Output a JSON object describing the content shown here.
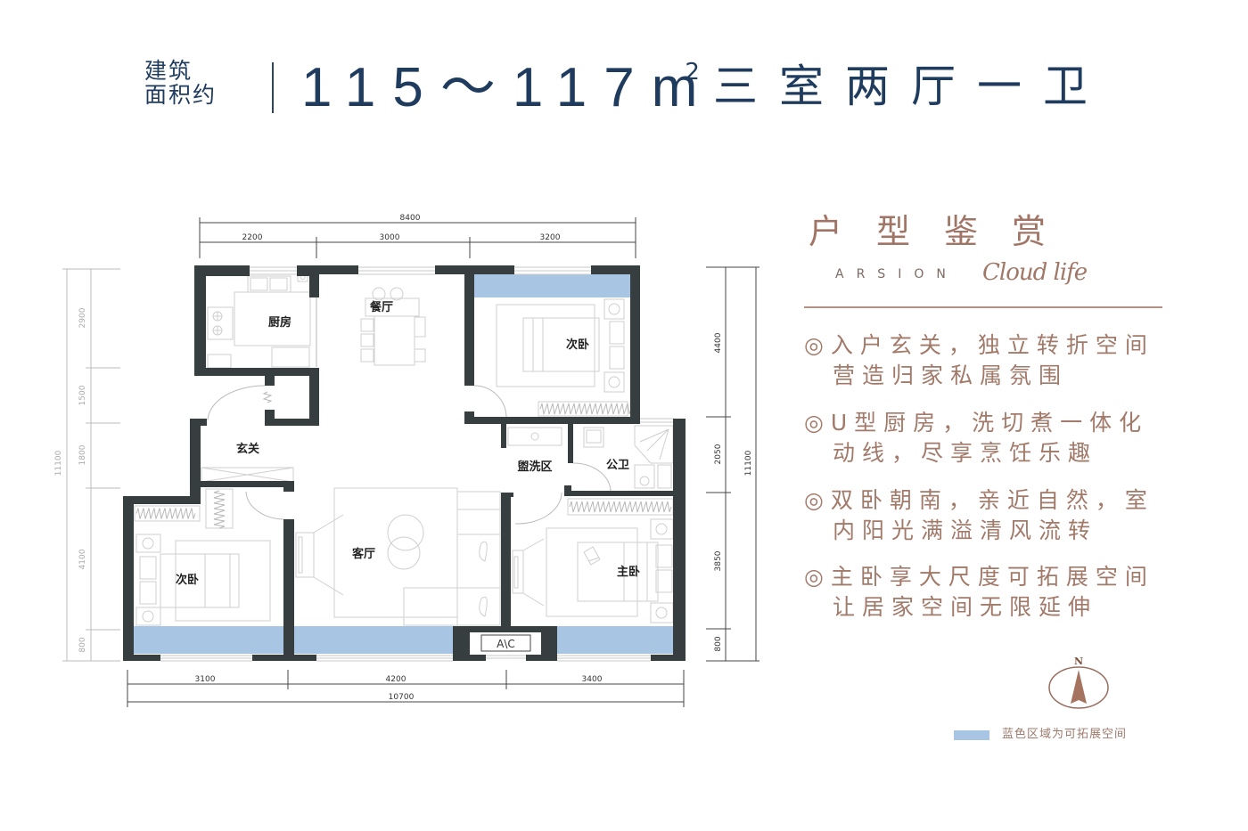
{
  "header": {
    "area_label_line1": "建筑",
    "area_label_line2": "面积约",
    "area_range": "115～117",
    "area_unit": "m",
    "area_unit_sup": "2",
    "layout": "三室两厅一卫"
  },
  "floor_plan": {
    "rooms": [
      {
        "label": "厨房"
      },
      {
        "label": "餐厅"
      },
      {
        "label": "次卧"
      },
      {
        "label": "玄关"
      },
      {
        "label": "盥洗区"
      },
      {
        "label": "公卫"
      },
      {
        "label": "客厅"
      },
      {
        "label": "次卧"
      },
      {
        "label": "主卧"
      }
    ],
    "ac_label": "A\\C",
    "dimensions": {
      "top_total": "8400",
      "top": [
        "2200",
        "3000",
        "3200"
      ],
      "bottom": [
        "3100",
        "4200",
        "3400"
      ],
      "bottom_total": "10700",
      "left": [
        "2900",
        "1500",
        "1800",
        "4100",
        "800"
      ],
      "left_total": "11100",
      "right": [
        "4400",
        "2050",
        "3850",
        "800"
      ],
      "right_total": "11100"
    }
  },
  "panel": {
    "title": "户型鉴赏",
    "brand": "ARSION",
    "script": "Cloud life",
    "bullet_icon": "◎",
    "features": [
      {
        "line1": "入户玄关，独立转折空间",
        "line2": "营造归家私属氛围"
      },
      {
        "line1": "U型厨房，洗切煮一体化",
        "line2": "动线，尽享烹饪乐趣"
      },
      {
        "line1": "双卧朝南，亲近自然，室",
        "line2": "内阳光满溢清风流转"
      },
      {
        "line1": "主卧享大尺度可拓展空间",
        "line2": "让居家空间无限延伸"
      }
    ]
  },
  "compass": {
    "label": "N",
    "icon": "north-arrow-icon"
  },
  "legend": {
    "text": "蓝色区域为可拓展空间"
  },
  "colors": {
    "title_navy": "#1f3b5e",
    "accent_brown": "#a17565",
    "wall": "#373e3f",
    "expandable_blue": "#a8c5e4"
  }
}
